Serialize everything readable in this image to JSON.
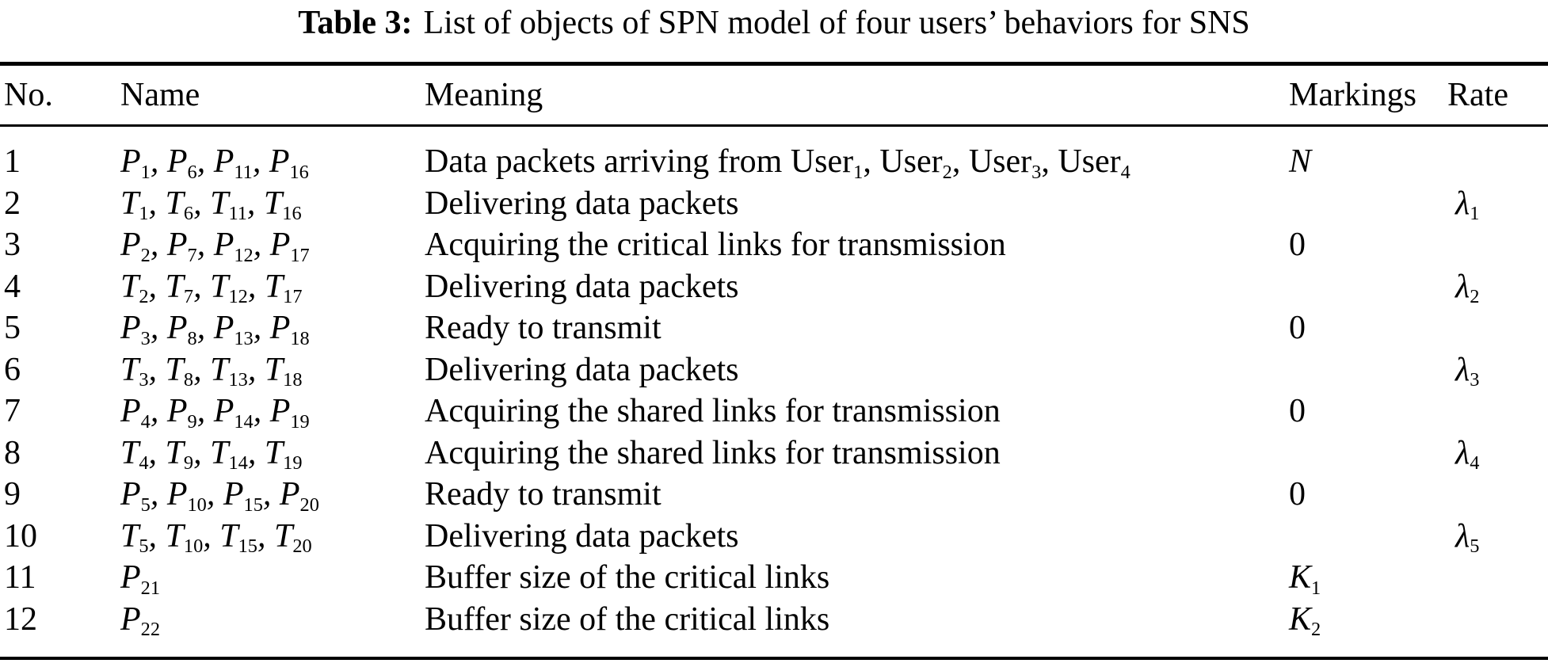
{
  "title": {
    "label": "Table 3:",
    "text": "List of objects of SPN model of four users’ behaviors for SNS"
  },
  "table": {
    "headers": {
      "no": "No.",
      "name": "Name",
      "meaning": "Meaning",
      "markings": "Markings",
      "rate": "Rate"
    },
    "rows": [
      {
        "no": "1",
        "name": "P_1, P_6, P_11, P_16",
        "meaning": "Data packets arriving from User_1, User_2, User_3, User_4",
        "marking": "N",
        "rate": ""
      },
      {
        "no": "2",
        "name": "T_1, T_6, T_11, T_16",
        "meaning": "Delivering data packets",
        "marking": "",
        "rate": "λ_1"
      },
      {
        "no": "3",
        "name": "P_2, P_7, P_12, P_17",
        "meaning": "Acquiring the critical links for transmission",
        "marking": "0",
        "rate": ""
      },
      {
        "no": "4",
        "name": "T_2, T_7, T_12, T_17",
        "meaning": "Delivering data packets",
        "marking": "",
        "rate": "λ_2"
      },
      {
        "no": "5",
        "name": "P_3, P_8, P_13, P_18",
        "meaning": "Ready to transmit",
        "marking": "0",
        "rate": ""
      },
      {
        "no": "6",
        "name": "T_3, T_8, T_13, T_18",
        "meaning": "Delivering data packets",
        "marking": "",
        "rate": "λ_3"
      },
      {
        "no": "7",
        "name": "P_4, P_9, P_14, P_19",
        "meaning": "Acquiring the shared links for transmission",
        "marking": "0",
        "rate": ""
      },
      {
        "no": "8",
        "name": "T_4, T_9, T_14, T_19",
        "meaning": "Acquiring the shared links for transmission",
        "marking": "",
        "rate": "λ_4"
      },
      {
        "no": "9",
        "name": "P_5, P_10, P_15, P_20",
        "meaning": "Ready to transmit",
        "marking": "0",
        "rate": ""
      },
      {
        "no": "10",
        "name": "T_5, T_10, T_15, T_20",
        "meaning": "Delivering data packets",
        "marking": "",
        "rate": "λ_5"
      },
      {
        "no": "11",
        "name": "P_21",
        "meaning": "Buffer size of the critical links",
        "marking": "K_1",
        "rate": ""
      },
      {
        "no": "12",
        "name": "P_22",
        "meaning": "Buffer size of the critical links",
        "marking": "K_2",
        "rate": ""
      }
    ]
  }
}
